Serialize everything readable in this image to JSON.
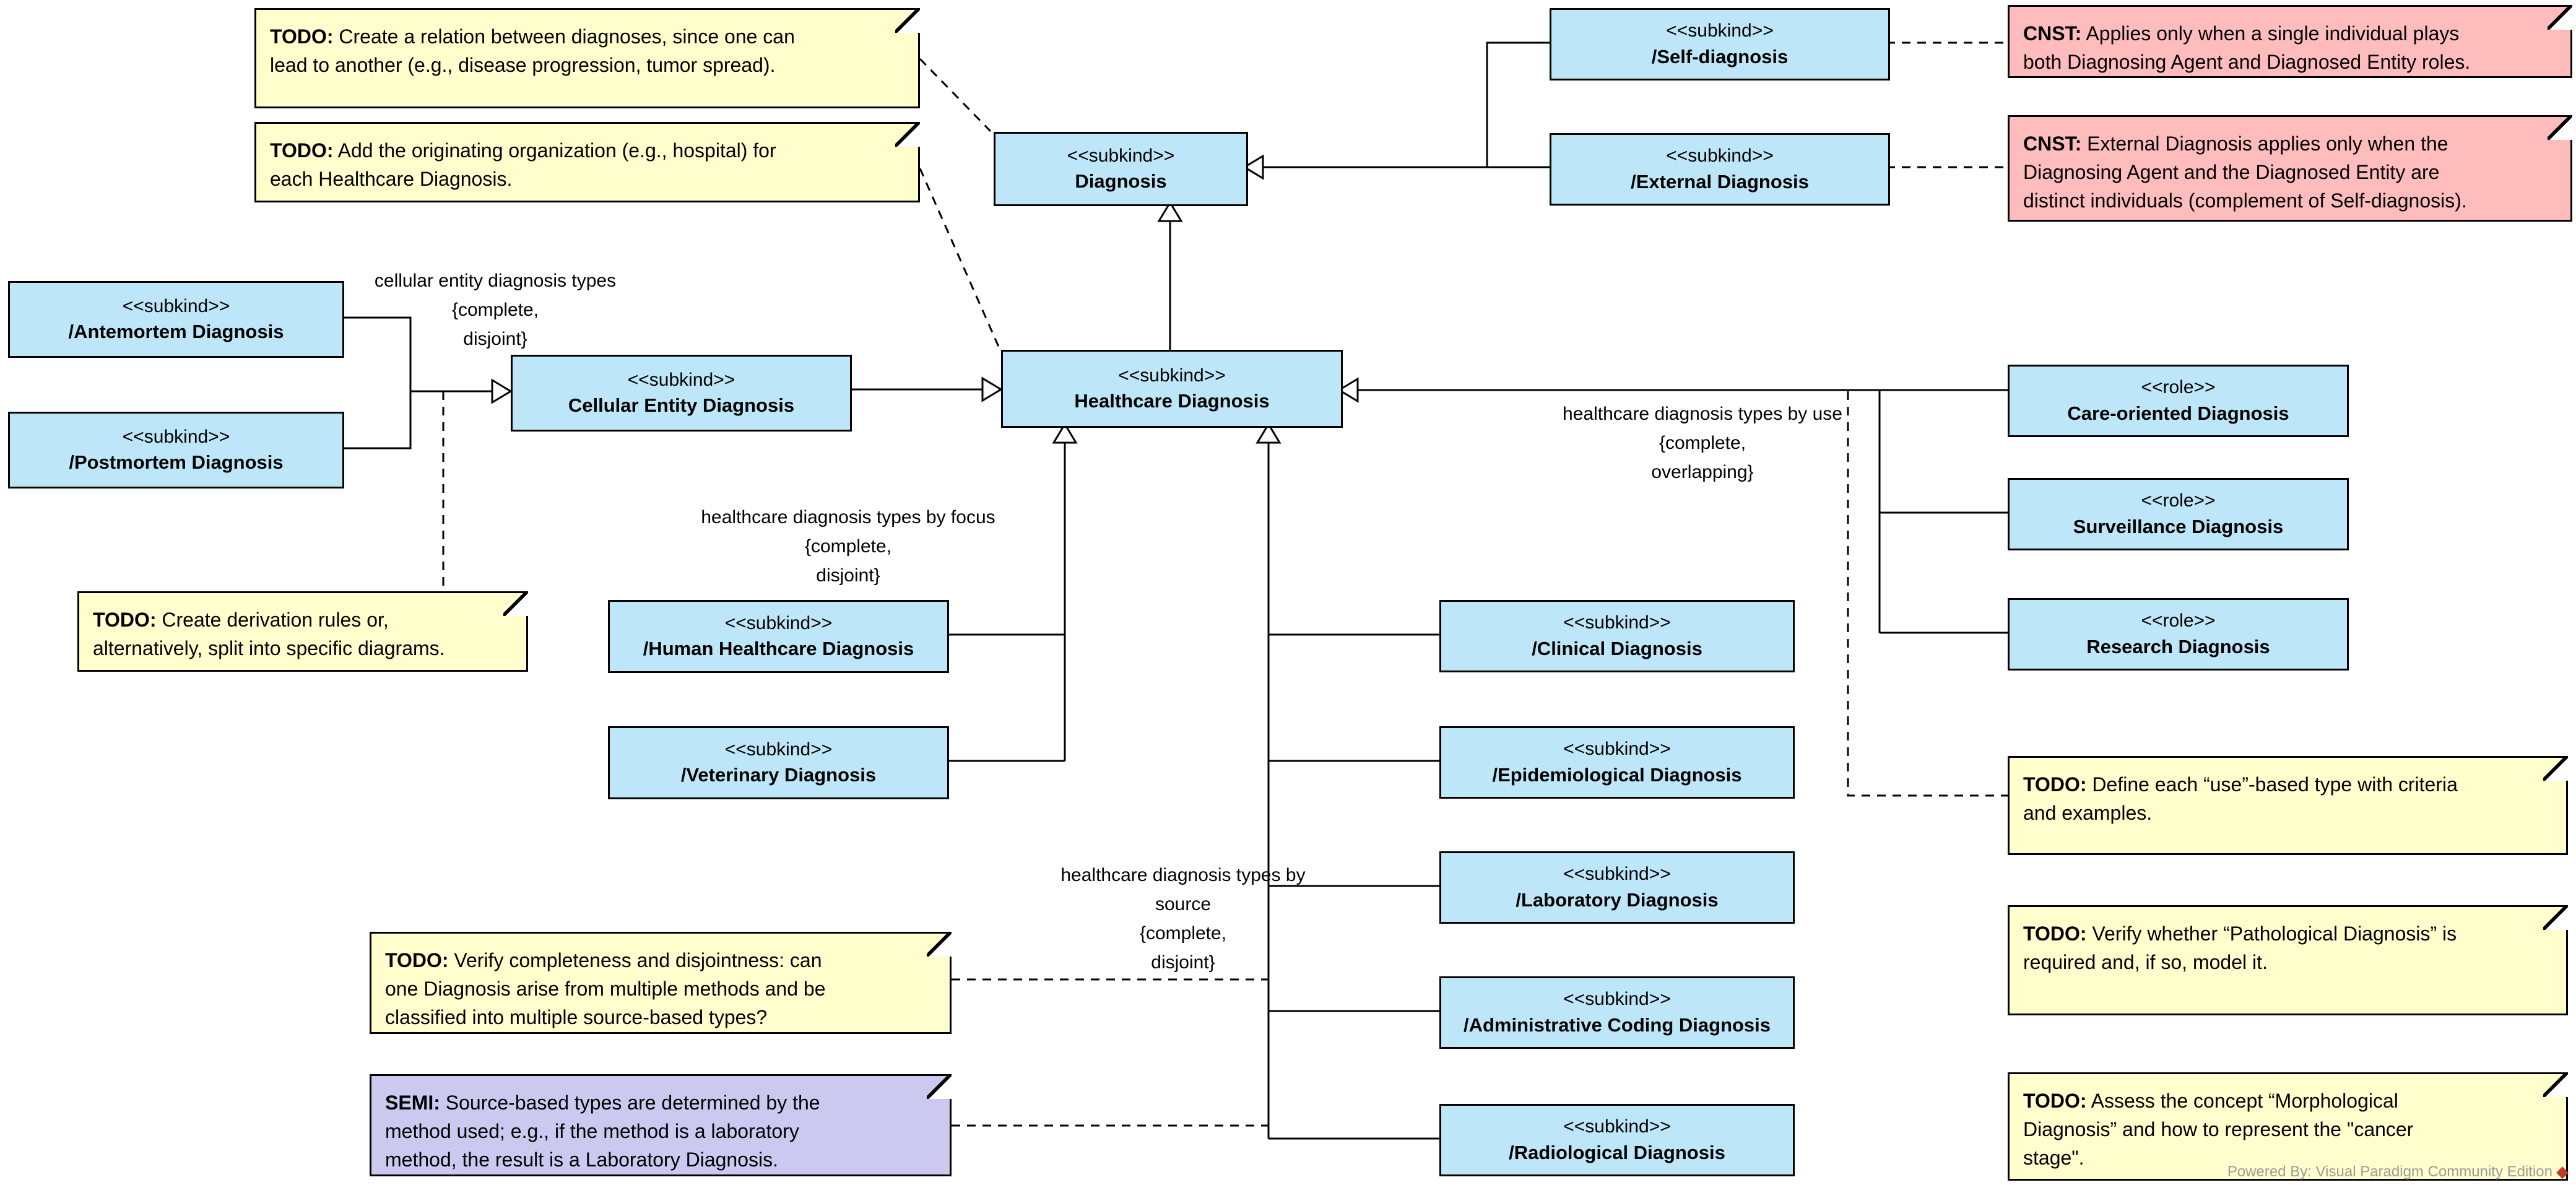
{
  "classes": {
    "diagnosis": {
      "stereotype": "<<subkind>>",
      "name": "Diagnosis"
    },
    "self_diagnosis": {
      "stereotype": "<<subkind>>",
      "name": "/Self-diagnosis"
    },
    "external": {
      "stereotype": "<<subkind>>",
      "name": "/External Diagnosis"
    },
    "antemortem": {
      "stereotype": "<<subkind>>",
      "name": "/Antemortem Diagnosis"
    },
    "postmortem": {
      "stereotype": "<<subkind>>",
      "name": "/Postmortem Diagnosis"
    },
    "cellular": {
      "stereotype": "<<subkind>>",
      "name": "Cellular Entity Diagnosis"
    },
    "healthcare": {
      "stereotype": "<<subkind>>",
      "name": "Healthcare Diagnosis"
    },
    "human": {
      "stereotype": "<<subkind>>",
      "name": "/Human Healthcare Diagnosis"
    },
    "veterinary": {
      "stereotype": "<<subkind>>",
      "name": "/Veterinary Diagnosis"
    },
    "care": {
      "stereotype": "<<role>>",
      "name": "Care-oriented Diagnosis"
    },
    "surveillance": {
      "stereotype": "<<role>>",
      "name": "Surveillance Diagnosis"
    },
    "research": {
      "stereotype": "<<role>>",
      "name": "Research Diagnosis"
    },
    "clinical": {
      "stereotype": "<<subkind>>",
      "name": "/Clinical Diagnosis"
    },
    "epidemiological": {
      "stereotype": "<<subkind>>",
      "name": "/Epidemiological Diagnosis"
    },
    "laboratory": {
      "stereotype": "<<subkind>>",
      "name": "/Laboratory Diagnosis"
    },
    "administrative": {
      "stereotype": "<<subkind>>",
      "name": "/Administrative Coding Diagnosis"
    },
    "radiological": {
      "stereotype": "<<subkind>>",
      "name": "/Radiological Diagnosis"
    }
  },
  "notes": {
    "todo_relation": {
      "tag": "TODO:",
      "text": " Create a relation between diagnoses, since one can\nlead to another (e.g., disease progression, tumor spread)."
    },
    "todo_org": {
      "tag": "TODO:",
      "text": " Add the originating organization (e.g., hospital) for\neach Healthcare Diagnosis."
    },
    "cnst_self": {
      "tag": "CNST:",
      "text": " Applies only when a single individual plays\nboth Diagnosing Agent and Diagnosed Entity roles."
    },
    "cnst_external": {
      "tag": "CNST:",
      "text": " External Diagnosis applies only when the\nDiagnosing Agent and the Diagnosed Entity are\ndistinct individuals (complement of Self-diagnosis)."
    },
    "todo_derivation": {
      "tag": "TODO:",
      "text": " Create derivation rules or,\nalternatively, split into specific diagrams."
    },
    "todo_use_types": {
      "tag": "TODO:",
      "text": " Define each “use”-based type with criteria\nand examples."
    },
    "todo_disjointness": {
      "tag": "TODO:",
      "text": " Verify completeness and disjointness: can\none Diagnosis arise from multiple methods and be\nclassified into multiple source-based types?"
    },
    "semi_source": {
      "tag": "SEMI:",
      "text": " Source-based types are determined by the\nmethod used; e.g., if the method is a laboratory\nmethod, the result is a Laboratory Diagnosis."
    },
    "todo_pathological": {
      "tag": "TODO:",
      "text": " Verify whether “Pathological Diagnosis” is\nrequired and, if so, model it."
    },
    "todo_morphological": {
      "tag": "TODO:",
      "text": " Assess the concept “Morphological\nDiagnosis” and how to represent the \"cancer\nstage\"."
    }
  },
  "labels": {
    "cellular_types": [
      "cellular entity diagnosis types",
      "{complete,",
      "disjoint}"
    ],
    "focus_types": [
      "healthcare diagnosis types by focus",
      "{complete,",
      "disjoint}"
    ],
    "use_types": [
      "healthcare diagnosis types by use",
      "{complete,",
      "overlapping}"
    ],
    "source_types": [
      "healthcare diagnosis types by source",
      "{complete,",
      "disjoint}"
    ]
  },
  "watermark": {
    "text": "Powered By: Visual Paradigm Community Edition",
    "logo_icon": "◆"
  },
  "colors": {
    "class_fill": "#BDE7F9",
    "note_yellow": "#FFFECC",
    "note_pink": "#FFBCBC",
    "note_purple": "#CCC9F0",
    "line": "#000000",
    "watermark_gray": "#9b9b9b"
  }
}
